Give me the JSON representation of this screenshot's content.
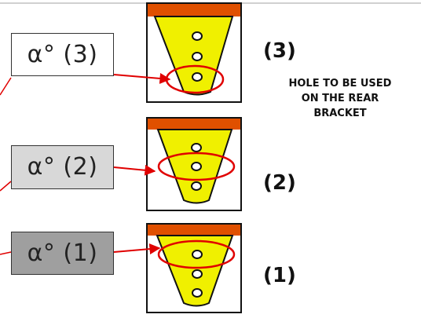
{
  "diagram": {
    "angle_labels": [
      {
        "text": "α° (3)",
        "background": "#ffffff"
      },
      {
        "text": "α° (2)",
        "background": "#d8d8d8"
      },
      {
        "text": "α° (1)",
        "background": "#9f9f9f"
      }
    ],
    "position_labels": [
      "(3)",
      "(2)",
      "(1)"
    ],
    "note_lines": [
      "HOLE TO BE USED",
      "ON THE REAR",
      "BRACKET"
    ],
    "colors": {
      "bracket_body": "#f0f000",
      "bracket_top": "#e05000",
      "outline": "#111111",
      "highlight": "#e00000",
      "arrow": "#e00000"
    }
  }
}
